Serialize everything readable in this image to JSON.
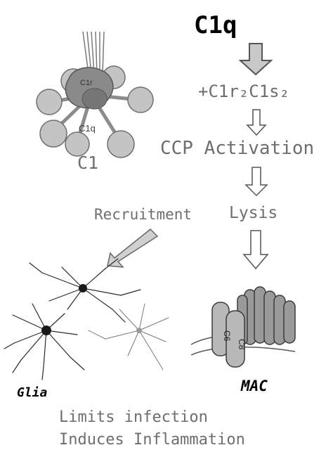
{
  "molecule": "C1q",
  "complex_inner_label": "C1r",
  "c1q_small_label": "C1q",
  "c1_label": "C1",
  "step_add": "+C1r₂C1s₂",
  "step_activation": "CCP Activation",
  "recruitment_label": "Recruitment",
  "lysis_label": "Lysis",
  "glia_label": "Glia",
  "mac_label": "MAC",
  "mac_subunits": [
    "C6",
    "C8"
  ],
  "effect_lines": [
    "Limits infection",
    "Induces Inflammation"
  ],
  "colors": {
    "text_dark": "#000000",
    "text_gray": "#6e6e6e",
    "shape_gray": "#9a9a9a",
    "arrow_fill": "#c9c9c9"
  }
}
